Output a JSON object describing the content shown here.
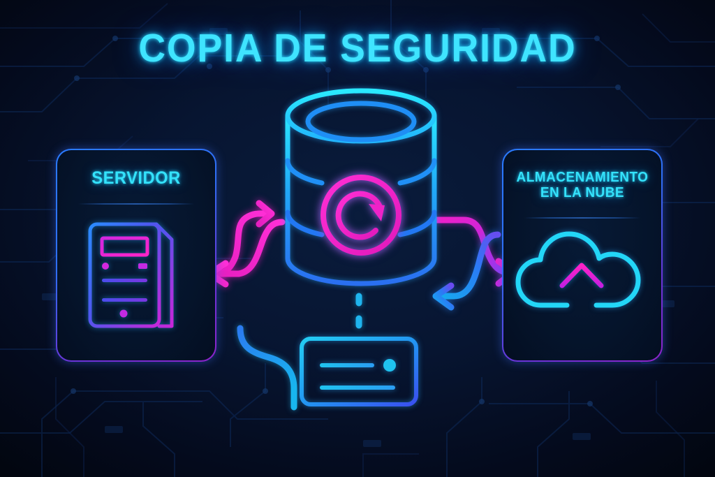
{
  "page": {
    "title": "COPIA DE SEGURIDAD",
    "background_color": "#050b1c",
    "accent_cyan": "#34e2fb",
    "accent_blue": "#2a7bff",
    "accent_purple": "#8e23c9",
    "accent_magenta": "#ef23c8"
  },
  "panels": {
    "server": {
      "title": "SERVIDOR",
      "icon": "server-tower-icon",
      "border_from": "#2a7bff",
      "border_to": "#8e23c9"
    },
    "cloud": {
      "title_line1": "ALMACENAMIENTO",
      "title_line2": "EN LA NUBE",
      "icon": "cloud-upload-icon",
      "border_from": "#2a7bff",
      "border_to": "#8e23c9"
    }
  },
  "center": {
    "icon": "database-cylinder-icon",
    "badge_icon": "restore-refresh-icon",
    "badge_color": "#ef23c8",
    "cylinder_color_top": "#2ae0ff",
    "cylinder_color_bottom": "#2a7bff"
  },
  "bottom_card": {
    "icon": "storage-card-icon",
    "color_from": "#22c8f0",
    "color_to": "#2a6bf0"
  },
  "connectors": [
    {
      "name": "server-to-database-arrow",
      "direction": "right",
      "color": "#ef23c8"
    },
    {
      "name": "database-to-server-arrow",
      "direction": "left",
      "color": "#ef23c8"
    },
    {
      "name": "database-to-cloud-arrow",
      "direction": "right",
      "color": "#ef23c8"
    },
    {
      "name": "cloud-to-database-arrow",
      "direction": "left",
      "color": "#22a6f0"
    },
    {
      "name": "database-to-card-dashed-line",
      "direction": "down",
      "color": "#1fb4ee"
    },
    {
      "name": "server-to-card-dashed-line",
      "direction": "down-right",
      "color": "#1fb4ee"
    }
  ]
}
